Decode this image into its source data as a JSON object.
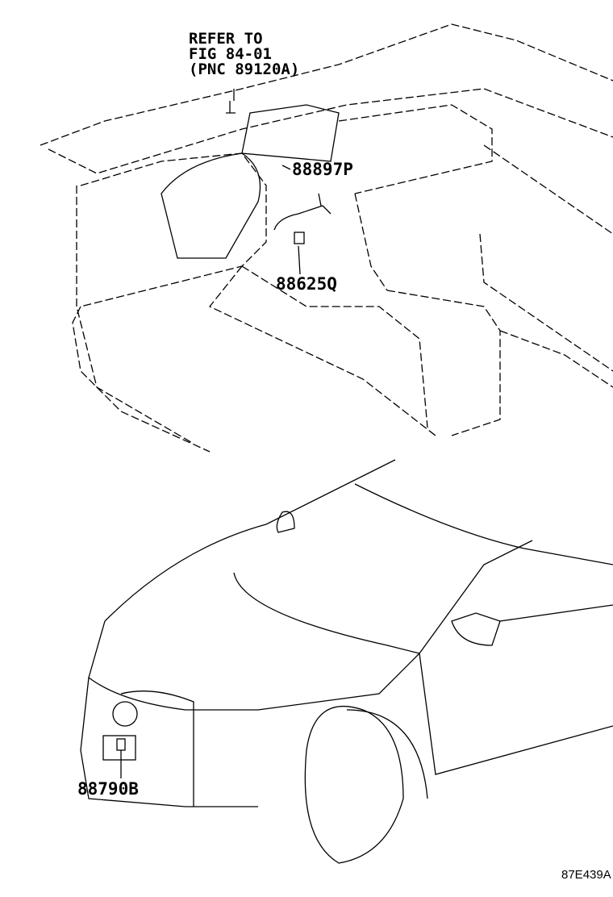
{
  "diagram": {
    "reference_note": {
      "line1": "REFER TO",
      "line2": "FIG 84-01",
      "line3": "(PNC 89120A)"
    },
    "parts": [
      {
        "number": "88897P"
      },
      {
        "number": "88625Q"
      },
      {
        "number": "88790B"
      }
    ],
    "illustration_code": "87E439A"
  }
}
